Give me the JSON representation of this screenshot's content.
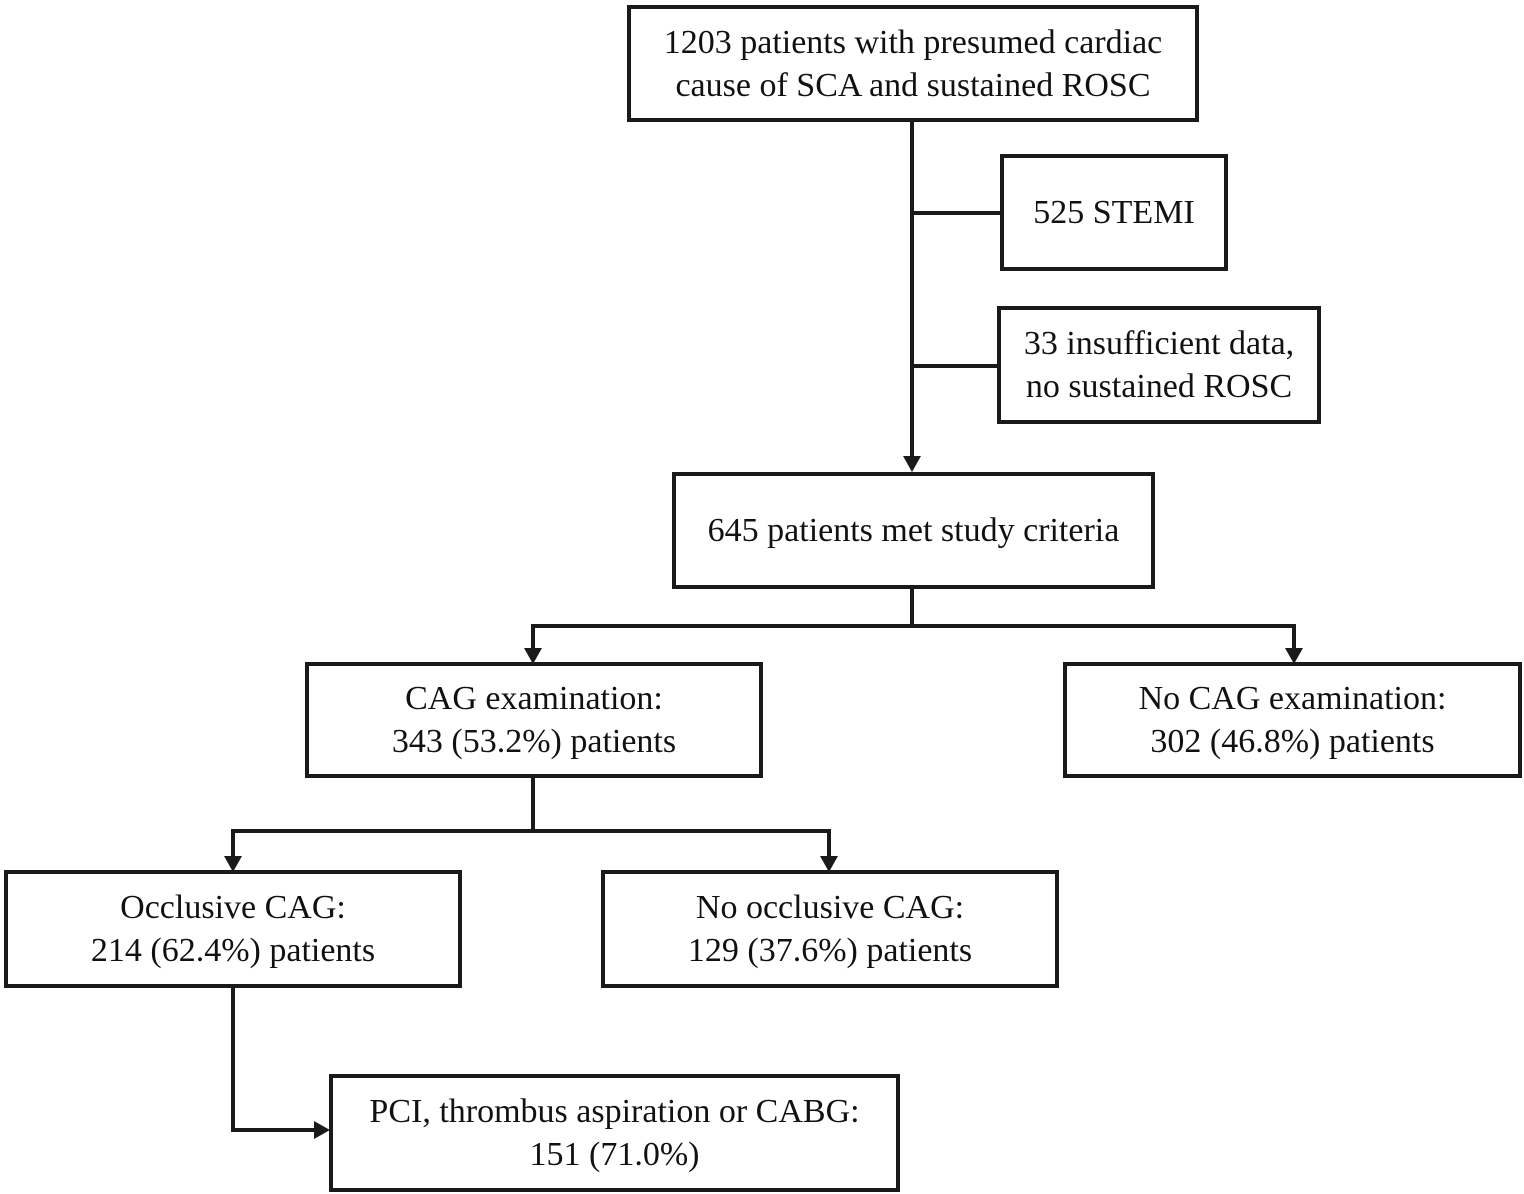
{
  "flowchart": {
    "nodes": {
      "initial": {
        "line1": "1203 patients with presumed cardiac",
        "line2": "cause of SCA and sustained ROSC"
      },
      "exclusion_stemi": {
        "line1": "525 STEMI"
      },
      "exclusion_insufficient": {
        "line1": "33 insufficient data,",
        "line2": "no sustained ROSC"
      },
      "met_criteria": {
        "line1": "645 patients met study criteria"
      },
      "cag": {
        "line1": "CAG examination:",
        "line2": "343 (53.2%) patients"
      },
      "no_cag": {
        "line1": "No CAG examination:",
        "line2": "302 (46.8%) patients"
      },
      "occlusive": {
        "line1": "Occlusive CAG:",
        "line2": "214 (62.4%) patients"
      },
      "no_occlusive": {
        "line1": "No occlusive CAG:",
        "line2": "129 (37.6%) patients"
      },
      "pci": {
        "line1": "PCI, thrombus aspiration or CABG:",
        "line2": "151 (71.0%)"
      }
    },
    "edges": [
      {
        "from": "initial",
        "to": "met_criteria"
      },
      {
        "from": "initial",
        "to": "exclusion_stemi"
      },
      {
        "from": "initial",
        "to": "exclusion_insufficient"
      },
      {
        "from": "met_criteria",
        "to": "cag"
      },
      {
        "from": "met_criteria",
        "to": "no_cag"
      },
      {
        "from": "cag",
        "to": "occlusive"
      },
      {
        "from": "cag",
        "to": "no_occlusive"
      },
      {
        "from": "occlusive",
        "to": "pci"
      }
    ],
    "line_color": "#1a1a1a"
  }
}
